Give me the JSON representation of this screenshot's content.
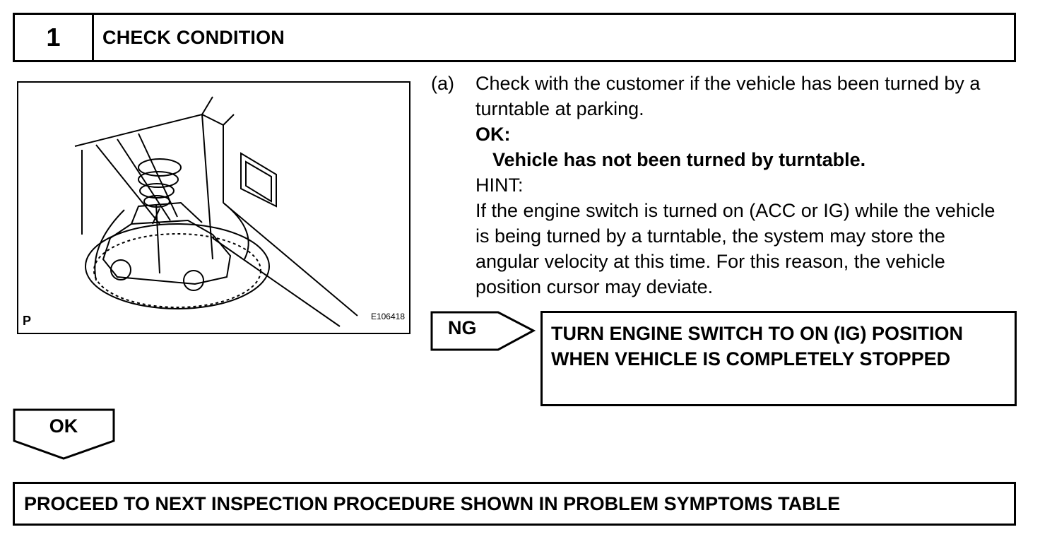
{
  "header": {
    "step_number": "1",
    "title": "CHECK CONDITION"
  },
  "illustration": {
    "left_code": "P",
    "right_code": "E106418"
  },
  "instructions": {
    "label": "(a)",
    "text": "Check with the customer if the vehicle has been turned by a turntable at parking.",
    "ok_label": "OK:",
    "ok_condition": "Vehicle has not been turned by turntable.",
    "hint_label": "HINT:",
    "hint_text": "If the engine switch is turned on (ACC or IG) while the vehicle is being turned by a turntable, the system may store the angular velocity at this time. For this reason, the vehicle position cursor may deviate."
  },
  "ng": {
    "label": "NG",
    "result": "TURN ENGINE SWITCH TO ON (IG) POSITION WHEN VEHICLE IS COMPLETELY STOPPED"
  },
  "ok": {
    "label": "OK"
  },
  "final_result": "PROCEED TO NEXT INSPECTION PROCEDURE SHOWN IN PROBLEM SYMPTOMS TABLE"
}
